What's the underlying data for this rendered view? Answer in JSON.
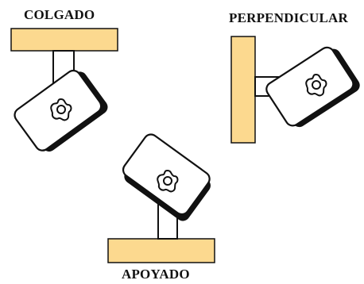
{
  "labels": {
    "hung": "COLGADO",
    "perpendicular": "PERPENDICULAR",
    "supported": "APOYADO"
  },
  "colors": {
    "mount_fill": "#fcd98f",
    "outline": "#111111",
    "light_body": "#ffffff",
    "background": "#ffffff"
  },
  "icons": {
    "knob": "star-knob-icon",
    "fixture": "spotlight-icon"
  }
}
